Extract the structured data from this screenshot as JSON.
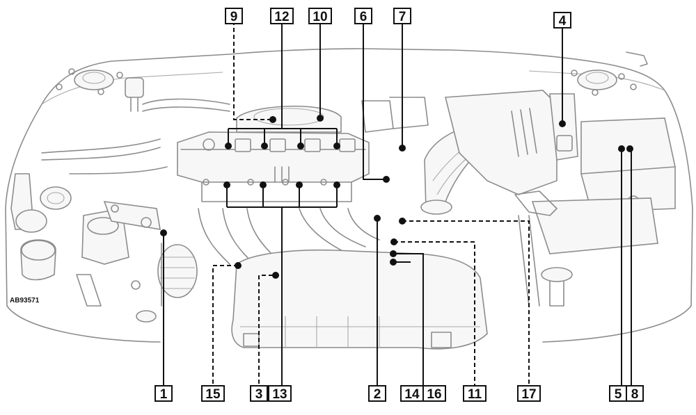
{
  "figure": {
    "reference_code": "AB93571",
    "callout_labels": [
      "1",
      "2",
      "3",
      "4",
      "5",
      "6",
      "7",
      "8",
      "9",
      "10",
      "11",
      "12",
      "13",
      "14",
      "15",
      "16",
      "17"
    ]
  },
  "colors": {
    "drawing_line": "#8c8c8c",
    "callout": "#111111"
  }
}
